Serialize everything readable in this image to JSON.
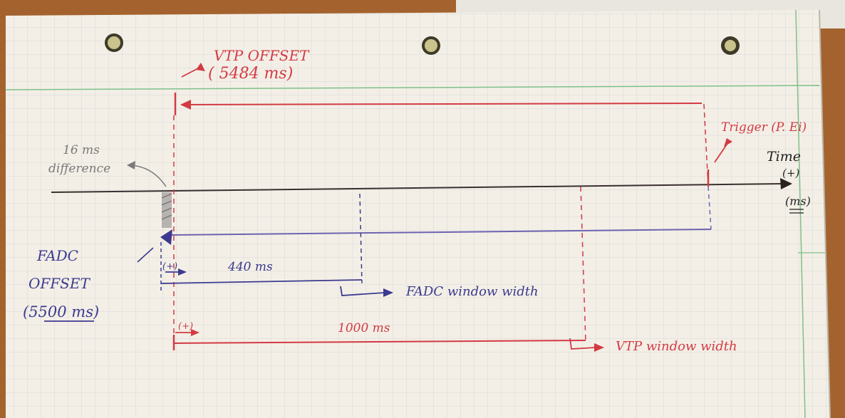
{
  "labels": {
    "vtp_offset_title": "VTP OFFSET",
    "vtp_offset_value": "( 5484 ms)",
    "trigger": "Trigger (P. Ei)",
    "time_title": "Time",
    "time_plus": "(+)",
    "time_unit": "(ms)",
    "difference_value": "16 ms",
    "difference_word": "difference",
    "fadc_offset_1": "FADC",
    "fadc_offset_2": "OFFSET",
    "fadc_offset_3": "(5500 ms)",
    "fadc_plus": "(+)",
    "fadc_width_value": "440 ms",
    "fadc_window_width": "FADC window width",
    "vtp_plus": "(+)",
    "vtp_width_value": "1000 ms",
    "vtp_window_width": "VTP window width"
  },
  "colors": {
    "paper": "#f3efe6",
    "grid": "#c9cdd3",
    "margin_green": "#7fc08a",
    "red": "#d33a44",
    "blue": "#3c3a8f",
    "axis": "#3a2f30",
    "wood": "#a4632e"
  }
}
